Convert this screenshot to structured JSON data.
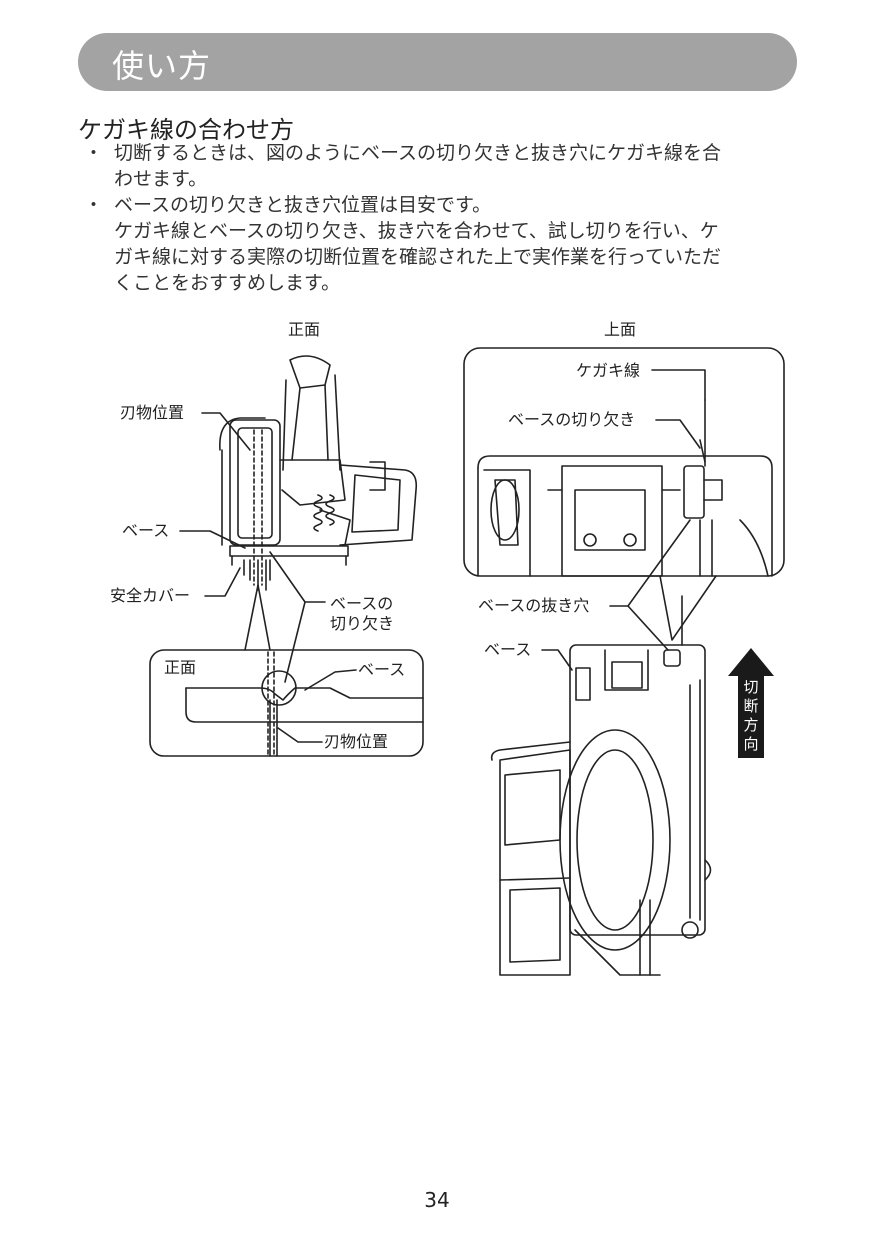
{
  "header": {
    "title": "使い方"
  },
  "section": {
    "title": "ケガキ線の合わせ方"
  },
  "bullets": [
    {
      "marker": "・",
      "lines": [
        "切断するときは、図のようにベースの切り欠きと抜き穴にケガキ線を合",
        "わせます。"
      ]
    },
    {
      "marker": "・",
      "lines": [
        "ベースの切り欠きと抜き穴位置は目安です。",
        "ケガキ線とベースの切り欠き、抜き穴を合わせて、試し切りを行い、ケ",
        "ガキ線に対する実際の切断位置を確認された上で実作業を行っていただ",
        "くことをおすすめします。"
      ]
    }
  ],
  "front_view": {
    "label": "正面",
    "callouts": {
      "blade_position": "刃物位置",
      "base": "ベース",
      "safety_cover": "安全カバー",
      "base_notch": "ベースの\n切り欠き"
    },
    "detail": {
      "label": "正面",
      "base": "ベース",
      "blade_position": "刃物位置"
    }
  },
  "top_view": {
    "label": "上面",
    "callouts": {
      "scribe_line": "ケガキ線",
      "base_notch": "ベースの切り欠き",
      "base_hole": "ベースの抜き穴",
      "base": "ベース"
    },
    "direction_label": "切\n断\n方\n向"
  },
  "page_number": "34"
}
